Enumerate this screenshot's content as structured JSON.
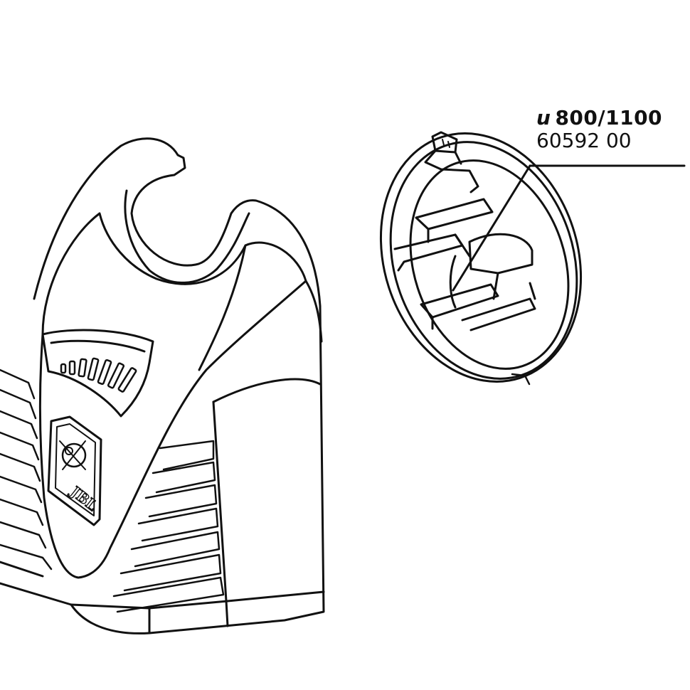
{
  "label": {
    "symbol": "u",
    "model": "800/1100",
    "part_number": "60592 00"
  },
  "logo": {
    "text": "JBL"
  },
  "colors": {
    "line": "#111111",
    "background": "#ffffff"
  }
}
